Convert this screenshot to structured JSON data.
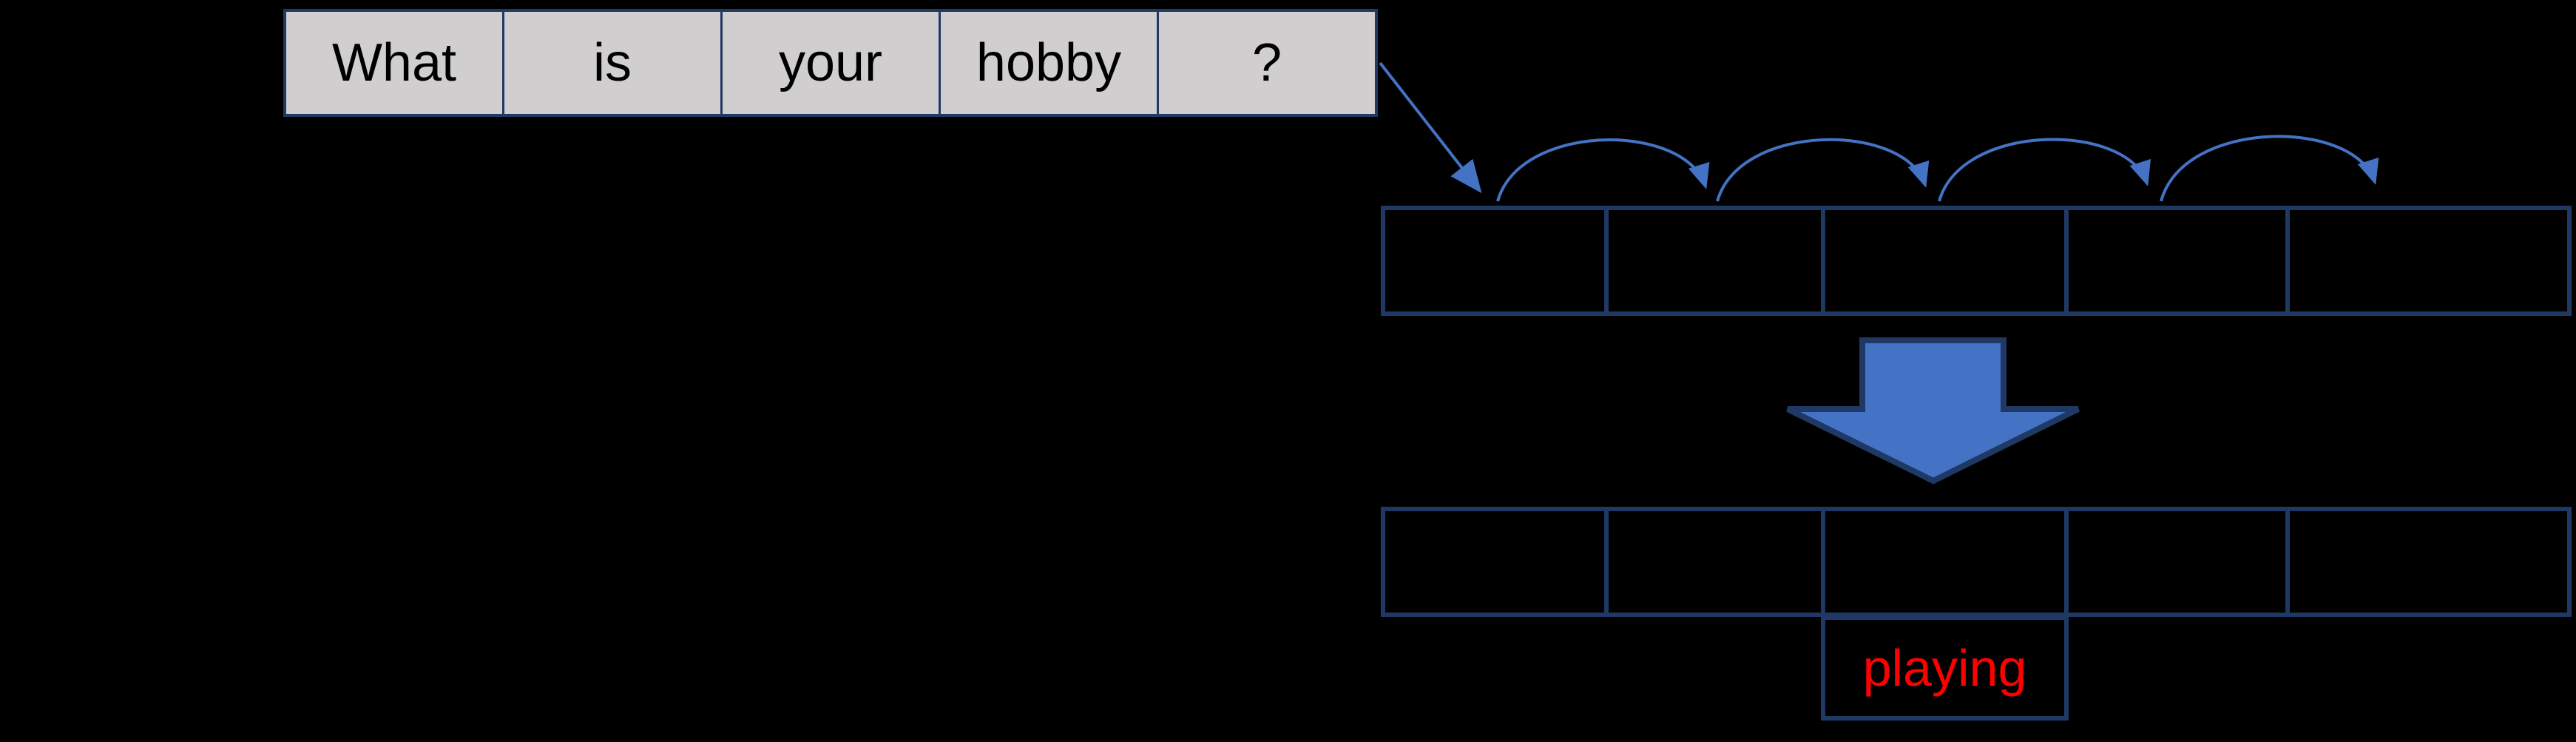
{
  "question_row": {
    "cells": [
      "What",
      "is",
      "your",
      "hobby",
      "?"
    ]
  },
  "middle_row": {
    "cells": [
      "",
      "",
      "",
      "",
      ""
    ]
  },
  "bottom_row": {
    "cells": [
      "",
      "",
      "",
      "",
      ""
    ]
  },
  "answer": {
    "label": "playing"
  },
  "icons": {
    "mapping_arrow": "diagonal-arrow",
    "hop_arrows": "curved-hop-arrow x4",
    "down_arrow": "block-down-arrow"
  },
  "colors": {
    "background": "#000000",
    "accent_blue": "#4472C4",
    "border_navy": "#1F3864",
    "cell_gray": "#D0CECE",
    "question_text": "#000000",
    "answer_red": "#FF0000"
  }
}
